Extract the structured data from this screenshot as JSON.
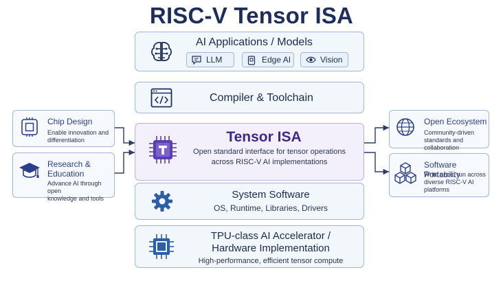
{
  "title": "RISC-V Tensor ISA",
  "stack": {
    "apps": {
      "title": "AI Applications / Models",
      "chips": [
        "LLM",
        "Edge AI",
        "Vision"
      ]
    },
    "compiler": {
      "title": "Compiler & Toolchain"
    },
    "tensor": {
      "title": "Tensor ISA",
      "subtitle_line1": "Open standard interface for tensor operations",
      "subtitle_line2": "across RISC-V AI implementations"
    },
    "system_software": {
      "title": "System Software",
      "subtitle": "OS, Runtime, Libraries, Drivers"
    },
    "hardware": {
      "title_line1": "TPU-class AI Accelerator /",
      "title_line2": "Hardware Implementation",
      "subtitle": "High-performance, efficient tensor compute"
    }
  },
  "left": [
    {
      "title": "Chip Design",
      "desc_line1": "Enable innovation and",
      "desc_line2": "differentiation"
    },
    {
      "title_line1": "Research &",
      "title_line2": "Education",
      "desc_line1": "Advance AI through open",
      "desc_line2": "knowledge and tools"
    }
  ],
  "right": [
    {
      "title": "Open Ecosystem",
      "desc_line1": "Community-driven",
      "desc_line2": "standards and collaboration"
    },
    {
      "title": "Software Portability",
      "desc_line1": "Write once, run across",
      "desc_line2": "diverse RISC-V AI",
      "desc_line3": "platforms"
    }
  ],
  "icons": {
    "apps": "brain-icon",
    "llm": "chat-icon",
    "edge": "device-icon",
    "vision": "eye-icon",
    "compiler": "code-window-icon",
    "tensor": "tensor-chip-icon",
    "system": "gear-icon",
    "hardware": "processor-icon",
    "chip_design": "chip-icon",
    "research": "graduation-cap-icon",
    "ecosystem": "globe-icon",
    "portability": "cubes-icon"
  },
  "colors": {
    "primary": "#2a3d8f",
    "tensor_accent": "#5a3fb0",
    "border": "#9fb6d6"
  }
}
